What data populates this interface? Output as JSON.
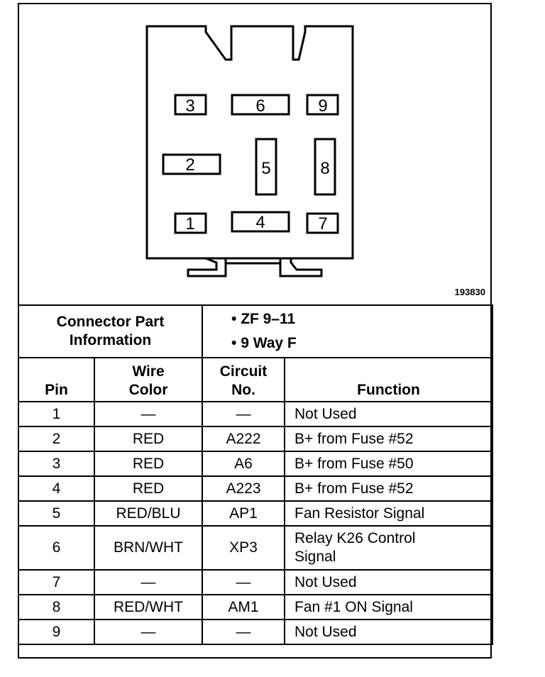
{
  "diagram": {
    "drawing_number": "193830",
    "cavities": [
      {
        "label": "3"
      },
      {
        "label": "6"
      },
      {
        "label": "9"
      },
      {
        "label": "2"
      },
      {
        "label": "5"
      },
      {
        "label": "8"
      },
      {
        "label": "1"
      },
      {
        "label": "4"
      },
      {
        "label": "7"
      }
    ]
  },
  "connector_info": {
    "label_line1": "Connector Part",
    "label_line2": "Information",
    "bullets": [
      "ZF 9–11",
      "9 Way F"
    ]
  },
  "columns": {
    "pin": "Pin",
    "wire_color_line1": "Wire",
    "wire_color_line2": "Color",
    "circuit_line1": "Circuit",
    "circuit_line2": "No.",
    "function": "Function"
  },
  "rows": [
    {
      "pin": "1",
      "wire": "—",
      "circuit": "—",
      "function": "Not Used"
    },
    {
      "pin": "2",
      "wire": "RED",
      "circuit": "A222",
      "function": "B+ from Fuse #52"
    },
    {
      "pin": "3",
      "wire": "RED",
      "circuit": "A6",
      "function": "B+ from Fuse #50"
    },
    {
      "pin": "4",
      "wire": "RED",
      "circuit": "A223",
      "function": "B+ from Fuse #52"
    },
    {
      "pin": "5",
      "wire": "RED/BLU",
      "circuit": "AP1",
      "function": "Fan Resistor Signal"
    },
    {
      "pin": "6",
      "wire": "BRN/WHT",
      "circuit": "XP3",
      "function_line1": "Relay K26 Control",
      "function_line2": "Signal"
    },
    {
      "pin": "7",
      "wire": "—",
      "circuit": "—",
      "function": "Not Used"
    },
    {
      "pin": "8",
      "wire": "RED/WHT",
      "circuit": "AM1",
      "function": "Fan #1 ON Signal"
    },
    {
      "pin": "9",
      "wire": "—",
      "circuit": "—",
      "function": "Not Used"
    }
  ]
}
